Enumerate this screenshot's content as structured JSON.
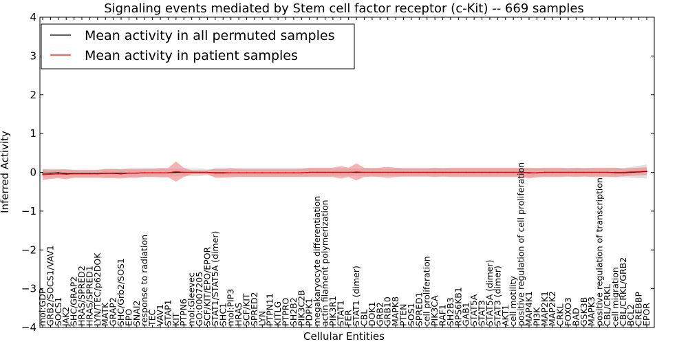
{
  "chart_data": {
    "type": "line",
    "title": "Signaling events mediated by Stem cell factor receptor (c-Kit) -- 669 samples",
    "xlabel": "Cellular Entities",
    "ylabel": "Inferred Activity",
    "ylim": [
      -4,
      4
    ],
    "yticks": [
      -4,
      -3,
      -2,
      -1,
      0,
      1,
      2,
      3,
      4
    ],
    "ytick_labels": [
      "−4",
      "−3",
      "−2",
      "−1",
      "0",
      "1",
      "2",
      "3",
      "4"
    ],
    "grid": false,
    "legend_position": "top-left",
    "categories": [
      "mol:GDP",
      "GRB2/SOCS1/VAV1",
      "SOCS1",
      "JAK2",
      "SHC/GRAP2",
      "HRAS/SPRED2",
      "HRAS/SPRED1",
      "LYN/TEC/p62DOK",
      "MATK",
      "GRAP2",
      "SHC/Grb2/SOS1",
      "EPO",
      "SNAI2",
      "response to radiation",
      "TEC",
      "VAV1",
      "STAP1",
      "KIT",
      "PTPN6",
      "mol:Gleevec",
      "GO:0007205",
      "SCF/KIT/EPO/EPOR",
      "STAT1/STAT5A (dimer)",
      "SHC1",
      "mol:PIP3",
      "HRAS",
      "SCF/KIT",
      "SPRED2",
      "LYN",
      "PTPN11",
      "KITLG",
      "PTPRO",
      "SH2B2",
      "PIK3C2B",
      "PDPK1",
      "megakaryocyte differentiation",
      "actin filament polymerization",
      "PIK3R1",
      "STAT1",
      "FER",
      "STAT1 (dimer)",
      "CBL",
      "DOK1",
      "GRB2",
      "GRB10",
      "MAPK8",
      "PTEN",
      "SOS1",
      "SPRED1",
      "cell proliferation",
      "PIK3CA",
      "RAF1",
      "SH2B3",
      "RPS6KB1",
      "GAB1",
      "STAT5A",
      "STAT3",
      "STAT5A (dimer)",
      "STAT3 (dimer)",
      "AKT1",
      "cell motility",
      "positive regulation of cell proliferation",
      "MAP4K1",
      "PI3K",
      "MAP2K1",
      "MAP2K2",
      "CRKL",
      "FOXO3",
      "BAD",
      "GSK3B",
      "MAPK3",
      "positive regulation of transcription",
      "CBL/CRKL",
      "cell migration",
      "CBL/CRKL/GRB2",
      "BCL2",
      "CREBBP",
      "EPOR"
    ],
    "series": [
      {
        "name": "Mean activity in all permuted samples",
        "color": "#000000",
        "values": [
          -0.02,
          -0.02,
          -0.01,
          -0.03,
          -0.03,
          -0.03,
          -0.03,
          -0.03,
          -0.02,
          -0.02,
          -0.02,
          -0.02,
          -0.02,
          -0.01,
          -0.01,
          -0.01,
          -0.01,
          0.0,
          0.0,
          0.0,
          0.0,
          0.0,
          -0.01,
          -0.01,
          -0.01,
          -0.01,
          -0.01,
          -0.01,
          -0.01,
          -0.01,
          -0.01,
          -0.01,
          -0.01,
          -0.01,
          0.0,
          0.0,
          0.0,
          0.0,
          0.0,
          0.0,
          0.0,
          0.0,
          0.0,
          0.0,
          0.0,
          0.0,
          0.0,
          0.0,
          0.0,
          0.0,
          0.0,
          0.0,
          0.0,
          0.0,
          0.0,
          0.0,
          0.0,
          0.0,
          0.0,
          0.0,
          0.0,
          0.0,
          -0.01,
          -0.01,
          0.0,
          0.0,
          0.0,
          0.0,
          0.0,
          0.0,
          0.0,
          0.0,
          0.0,
          -0.01,
          -0.01,
          0.0,
          0.01,
          0.02
        ],
        "band": [
          0.11,
          0.11,
          0.1,
          0.1,
          0.1,
          0.1,
          0.1,
          0.1,
          0.1,
          0.1,
          0.1,
          0.1,
          0.1,
          0.1,
          0.1,
          0.1,
          0.1,
          0.1,
          0.1,
          0.1,
          0.1,
          0.08,
          0.1,
          0.1,
          0.1,
          0.1,
          0.1,
          0.1,
          0.1,
          0.1,
          0.1,
          0.1,
          0.1,
          0.1,
          0.1,
          0.1,
          0.1,
          0.1,
          0.1,
          0.1,
          0.1,
          0.1,
          0.1,
          0.1,
          0.1,
          0.1,
          0.1,
          0.1,
          0.1,
          0.1,
          0.1,
          0.1,
          0.1,
          0.1,
          0.1,
          0.1,
          0.1,
          0.1,
          0.1,
          0.1,
          0.1,
          0.1,
          0.1,
          0.1,
          0.1,
          0.1,
          0.1,
          0.1,
          0.1,
          0.1,
          0.1,
          0.1,
          0.1,
          0.12,
          0.12,
          0.14,
          0.16,
          0.18
        ]
      },
      {
        "name": "Mean activity in patient samples",
        "color": "#ff0000",
        "values": [
          -0.06,
          -0.05,
          -0.04,
          -0.05,
          -0.04,
          -0.04,
          -0.04,
          -0.04,
          -0.03,
          -0.03,
          -0.04,
          -0.02,
          -0.02,
          -0.01,
          -0.01,
          -0.01,
          -0.01,
          0.02,
          0.0,
          0.0,
          0.0,
          0.0,
          -0.02,
          -0.02,
          -0.01,
          -0.01,
          -0.01,
          -0.01,
          -0.01,
          -0.01,
          -0.01,
          -0.01,
          -0.01,
          -0.01,
          0.0,
          0.0,
          0.0,
          0.0,
          0.0,
          0.0,
          0.01,
          0.0,
          0.0,
          0.0,
          0.0,
          0.0,
          0.0,
          0.0,
          0.0,
          0.0,
          0.0,
          0.0,
          0.0,
          0.0,
          0.0,
          0.0,
          0.0,
          0.0,
          0.0,
          0.0,
          0.0,
          0.0,
          -0.02,
          -0.01,
          0.0,
          0.0,
          0.0,
          0.0,
          0.0,
          0.0,
          0.0,
          0.0,
          0.0,
          0.0,
          0.0,
          0.01,
          0.02,
          0.03
        ],
        "band": [
          0.14,
          0.12,
          0.11,
          0.13,
          0.1,
          0.1,
          0.1,
          0.1,
          0.12,
          0.12,
          0.12,
          0.12,
          0.12,
          0.11,
          0.11,
          0.12,
          0.12,
          0.26,
          0.12,
          0.05,
          0.05,
          0.05,
          0.12,
          0.12,
          0.12,
          0.11,
          0.11,
          0.11,
          0.11,
          0.11,
          0.11,
          0.11,
          0.11,
          0.11,
          0.12,
          0.12,
          0.12,
          0.12,
          0.16,
          0.12,
          0.22,
          0.12,
          0.11,
          0.12,
          0.14,
          0.12,
          0.11,
          0.11,
          0.11,
          0.11,
          0.12,
          0.11,
          0.12,
          0.12,
          0.12,
          0.12,
          0.12,
          0.12,
          0.12,
          0.12,
          0.12,
          0.12,
          0.14,
          0.12,
          0.12,
          0.12,
          0.12,
          0.11,
          0.12,
          0.11,
          0.12,
          0.12,
          0.12,
          0.12,
          0.1,
          0.1,
          0.1,
          0.1
        ]
      }
    ]
  }
}
